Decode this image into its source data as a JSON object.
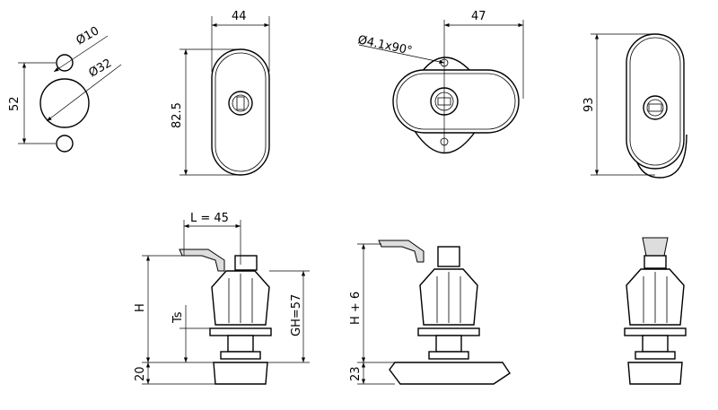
{
  "top_views": {
    "hole_pattern": {
      "small_dia": "Ø10",
      "large_dia": "Ø32",
      "height": "52"
    },
    "oval_small": {
      "width": "44",
      "height": "82.5"
    },
    "oval_horizontal": {
      "offset": "47",
      "hole": "Ø4.1x90°"
    },
    "oval_large": {
      "height": "93"
    }
  },
  "side_views": {
    "left": {
      "lever_length": "L = 45",
      "height": "H",
      "thickness": "Ts",
      "grip_height": "GH=57",
      "base": "20"
    },
    "middle": {
      "height": "H + 6",
      "base": "23"
    }
  },
  "colors": {
    "line": "#000000",
    "background": "#ffffff"
  }
}
